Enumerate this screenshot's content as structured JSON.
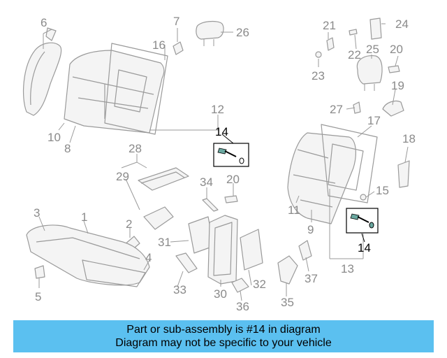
{
  "callouts": [
    "1",
    "2",
    "3",
    "4",
    "5",
    "6",
    "7",
    "8",
    "9",
    "10",
    "11",
    "12",
    "13",
    "14",
    "14",
    "15",
    "16",
    "17",
    "18",
    "19",
    "20",
    "20",
    "21",
    "22",
    "23",
    "24",
    "25",
    "26",
    "27",
    "28",
    "29",
    "30",
    "31",
    "32",
    "33",
    "34",
    "35",
    "36",
    "37"
  ],
  "highlight": {
    "part_number": "14",
    "color": "#000000"
  },
  "banner": {
    "line1": "Part or sub-assembly is #14 in diagram",
    "line2": "Diagram may not be specific to your vehicle",
    "background": "#5bc0f0"
  }
}
